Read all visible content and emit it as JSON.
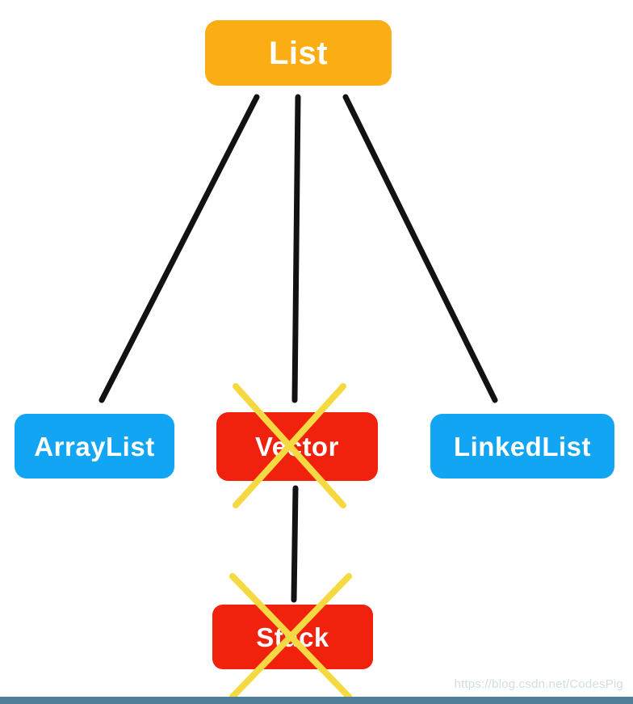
{
  "diagram": {
    "title_text": "List",
    "background_color": "#ffffff",
    "nodes": [
      {
        "id": "list",
        "label": "List",
        "color": "#fbae13",
        "crossed_out": false
      },
      {
        "id": "arraylist",
        "label": "ArrayList",
        "color": "#12a5f4",
        "crossed_out": false
      },
      {
        "id": "vector",
        "label": "Vector",
        "color": "#f0210d",
        "crossed_out": true
      },
      {
        "id": "linkedlist",
        "label": "LinkedList",
        "color": "#12a5f4",
        "crossed_out": false
      },
      {
        "id": "stack",
        "label": "Stack",
        "color": "#f0210d",
        "crossed_out": true
      }
    ],
    "edges": [
      {
        "from": "list",
        "to": "arraylist"
      },
      {
        "from": "list",
        "to": "vector"
      },
      {
        "from": "list",
        "to": "linkedlist"
      },
      {
        "from": "vector",
        "to": "stack"
      }
    ],
    "edge_color": "#121212",
    "cross_color": "#f5d942"
  },
  "watermark": {
    "text": "https://blog.csdn.net/CodesPig",
    "color": "#d3dde2"
  },
  "bottom_bar": {
    "color": "#4f7e96"
  }
}
